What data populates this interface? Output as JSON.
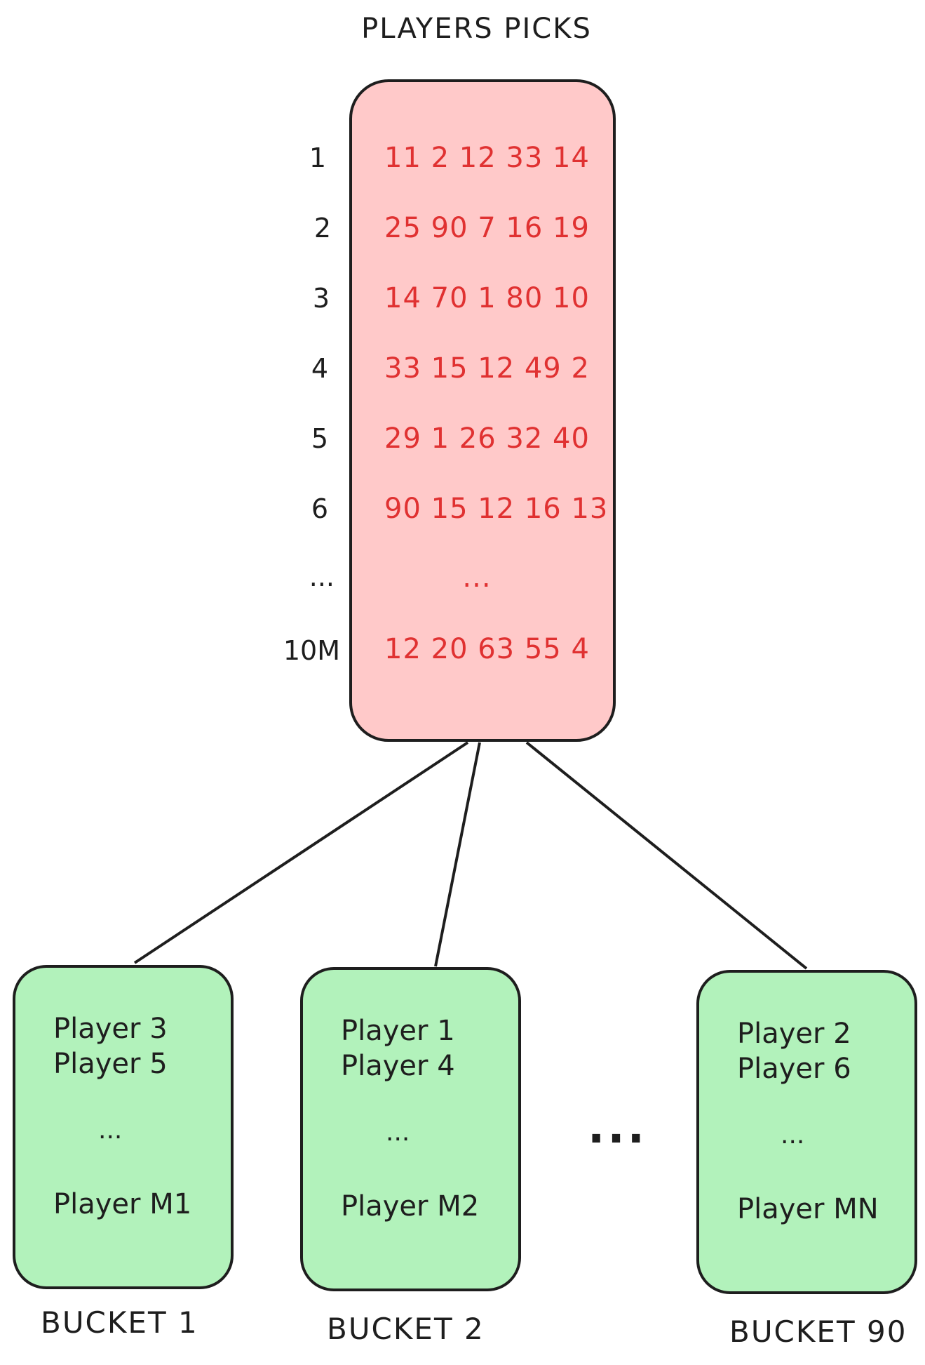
{
  "title": "PLAYERS PICKS",
  "picks": [
    {
      "index": "1",
      "numbers": "11 2 12 33 14"
    },
    {
      "index": "2",
      "numbers": "25 90 7 16 19"
    },
    {
      "index": "3",
      "numbers": "14 70 1 80 10"
    },
    {
      "index": "4",
      "numbers": "33 15 12 49 2"
    },
    {
      "index": "5",
      "numbers": "29 1 26 32 40"
    },
    {
      "index": "6",
      "numbers": "90 15 12 16 13"
    },
    {
      "index": "...",
      "numbers": "..."
    },
    {
      "index": "10M",
      "numbers": "12 20 63 55 4"
    }
  ],
  "buckets": [
    {
      "label": "BUCKET 1",
      "players": [
        "Player 3",
        "Player 5"
      ],
      "ellipsis": "...",
      "last": "Player M1"
    },
    {
      "label": "BUCKET 2",
      "players": [
        "Player 1",
        "Player 4"
      ],
      "ellipsis": "...",
      "last": "Player M2"
    },
    {
      "label": "BUCKET 90",
      "players": [
        "Player 2",
        "Player 6"
      ],
      "ellipsis": "...",
      "last": "Player MN"
    }
  ],
  "between_buckets": "...",
  "colors": {
    "picks_fill": "#ffc9c9",
    "picks_text": "#e03131",
    "bucket_fill": "#b2f2bb",
    "stroke": "#1e1e1e"
  }
}
